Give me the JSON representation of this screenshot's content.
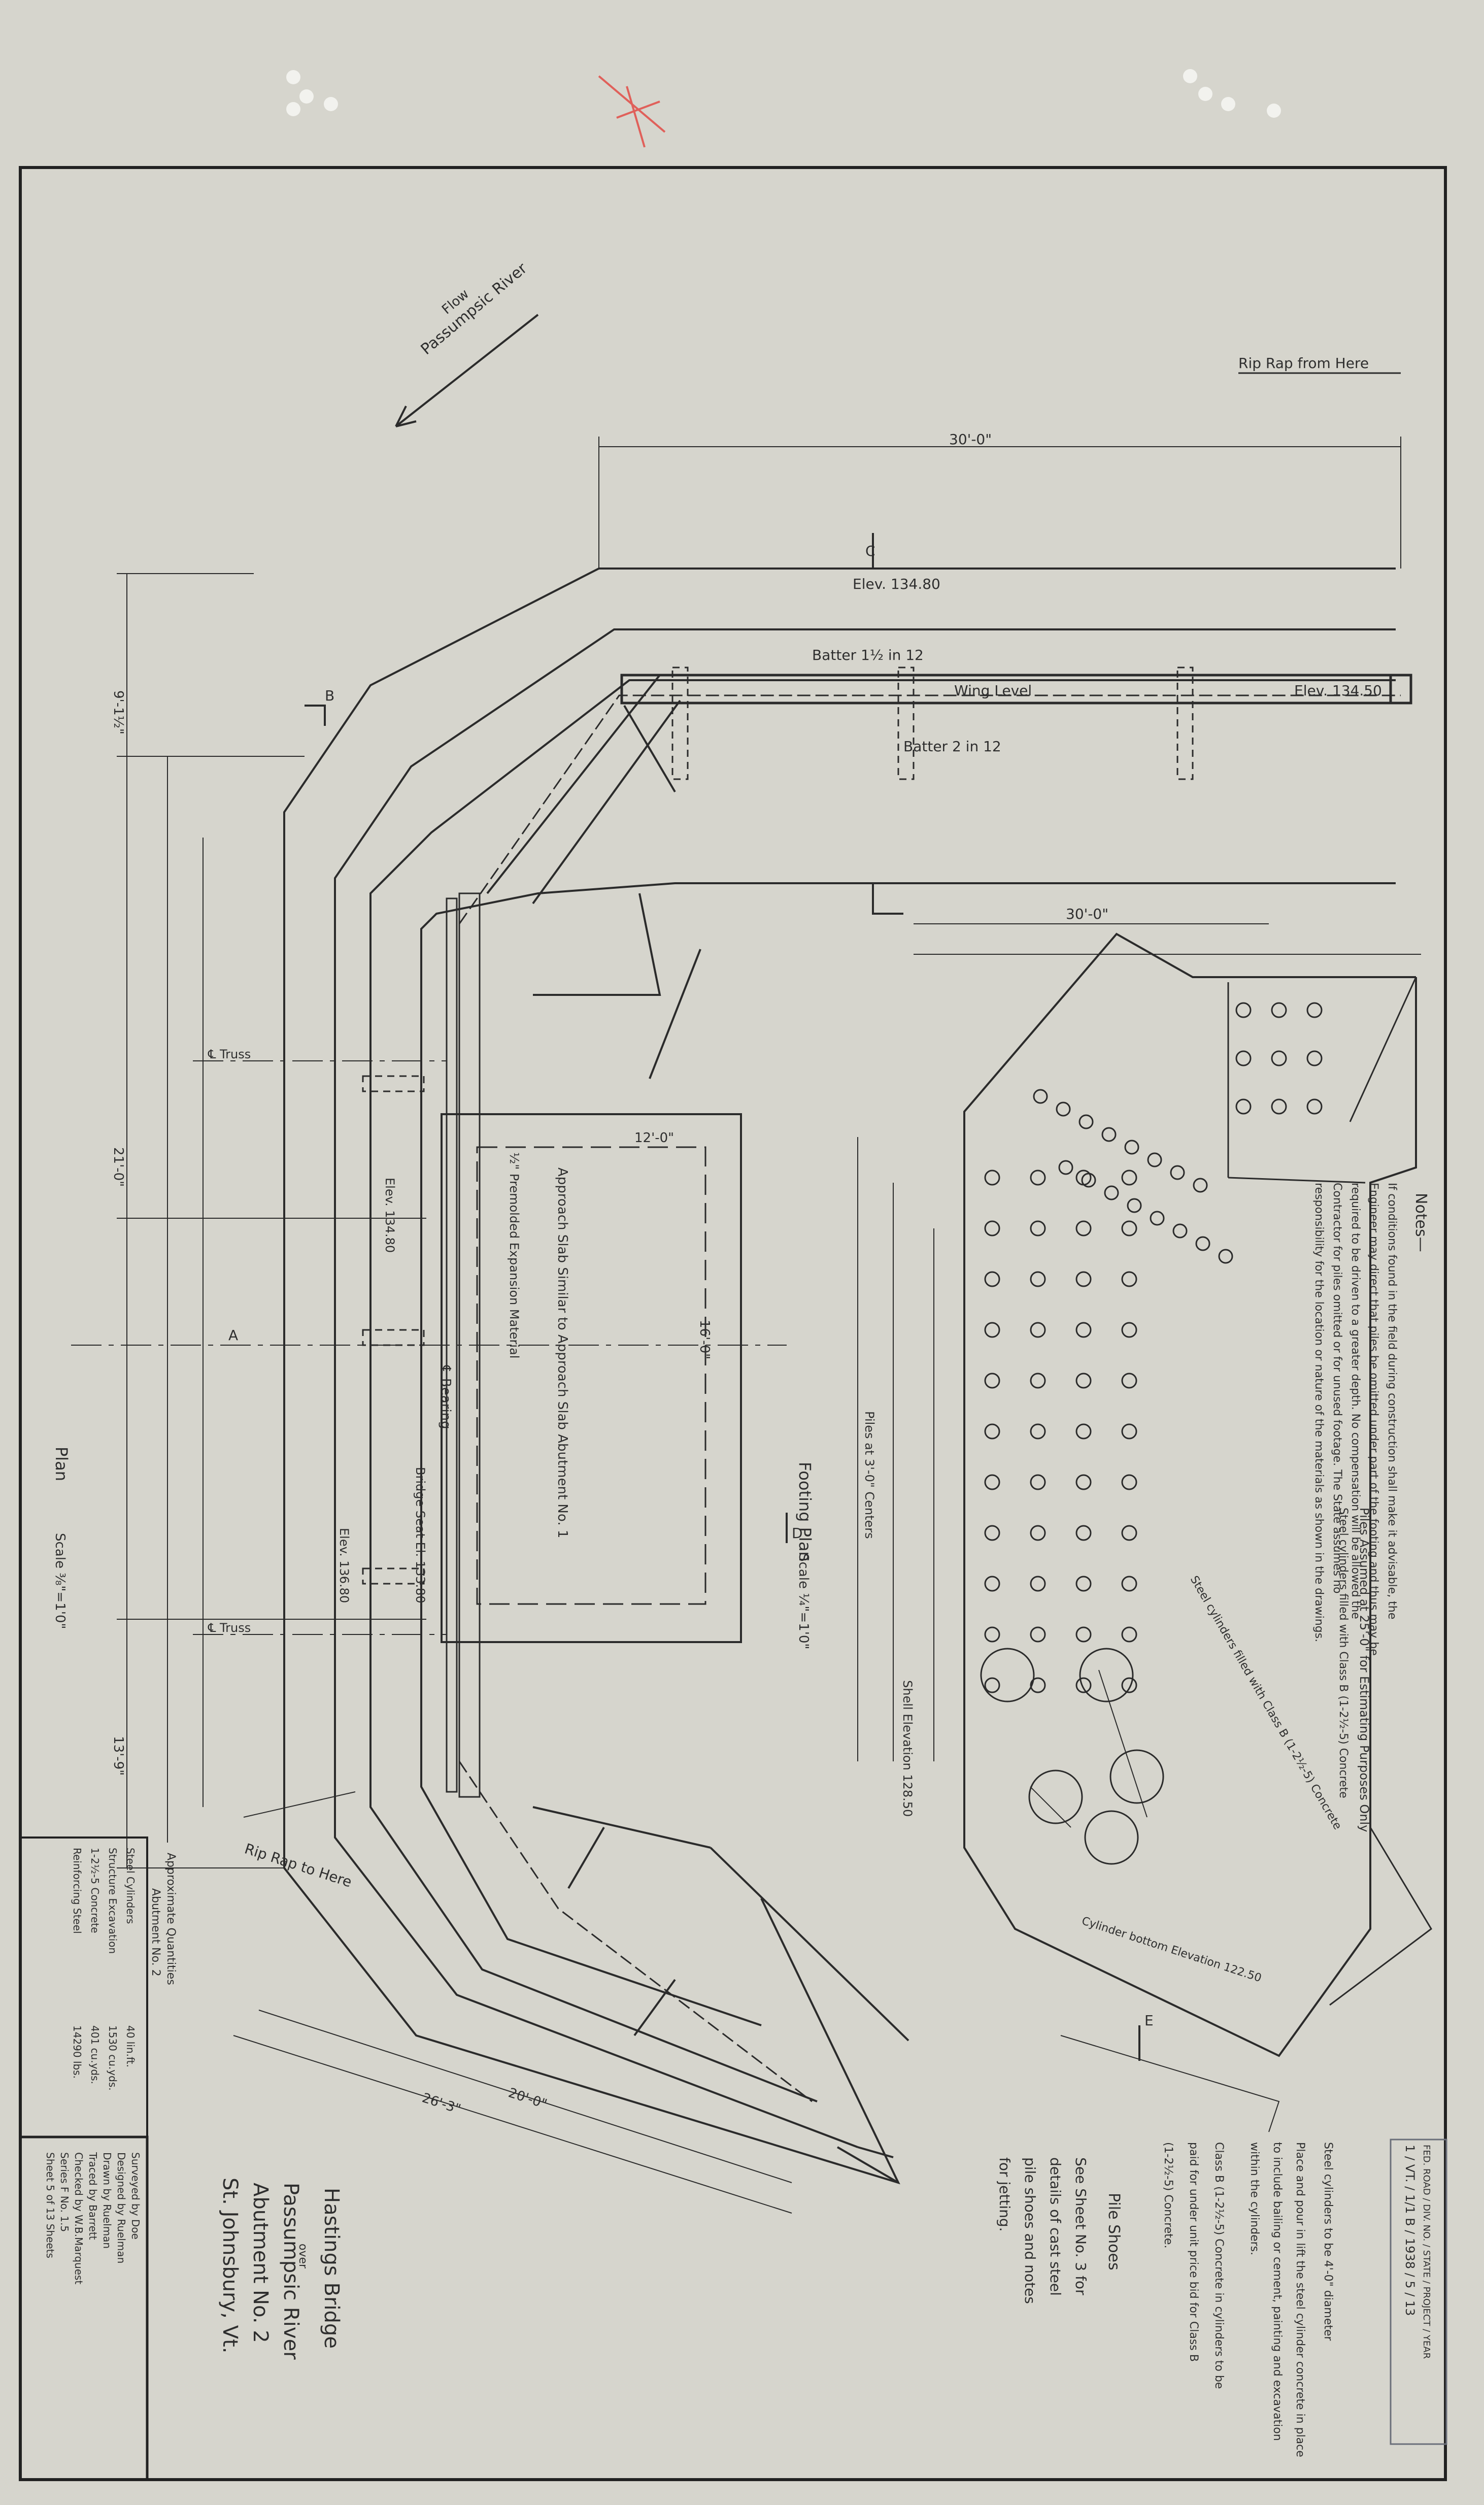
{
  "title_block": {
    "bridge": "Hastings Bridge",
    "over": "over",
    "river": "Passumpsic River",
    "abutment": "Abutment No. 2",
    "location": "St. Johnsbury, Vt."
  },
  "credits": [
    "Surveyed by Doe",
    "Designed by Ruelman",
    "Drawn by Ruelman",
    "Traced by Barrett",
    "Checked by W.B.Marquest",
    "Series F No. 1.5",
    "Sheet 5 of 13 Sheets"
  ],
  "quantities": {
    "heading": "Approximate Quantities",
    "subheading": "Abutment No. 2",
    "rows": [
      {
        "item": "Steel Cylinders",
        "qty": "40 lin.ft."
      },
      {
        "item": "Structure Excavation",
        "qty": "1530 cu.yds."
      },
      {
        "item": "1-2½-5 Concrete",
        "qty": "401 cu.yds."
      },
      {
        "item": "Reinforcing Steel",
        "qty": "14290 lbs."
      }
    ]
  },
  "stamp": {
    "row1": "FED. ROAD / DIV. NO. / STATE / PROJECT / YEAR",
    "row2": "1 / VT. / 1/1 B / 1938 / 5 / 13"
  },
  "plan": {
    "label": "Plan",
    "scale": "Scale ⅜\"=1'0\"",
    "river_label": "Passumpsic River",
    "flow_label": "Flow",
    "rip_rap_top": "Rip Rap from Here",
    "rip_rap_bottom": "Rip Rap to Here",
    "dim_top": "30'-0\"",
    "elev_top": "Elev. 134.80",
    "batter_1": "Batter 1½ in 12",
    "wing_level": "Wing Level",
    "elev_wing": "Elev. 134.50",
    "batter_2": "Batter 2 in 12",
    "approach_slab": "Approach Slab Similar to Approach Slab Abutment No. 1",
    "premolded": "½\" Premolded Expansion Material",
    "elev_seat": "Elev. 136.80",
    "elev_bridge": "Elev. 134.80",
    "bridge_seat": "Bridge Seat El. 133.80",
    "cl_bearing": "℄ Bearing",
    "cl_truss_1": "℄ Truss",
    "cl_truss_2": "℄ Truss",
    "dim_left_1": "9'-1½\"",
    "dim_left_2": "21'-0\"",
    "dim_left_3": "13'-9\"",
    "dim_slab_w": "12'-0\"",
    "dim_slab_h": "16'-0\"",
    "dim_bottom_1": "26'-3\"",
    "dim_bottom_2": "20'-0\""
  },
  "footing": {
    "label": "Footing Plan",
    "scale": "Scale ¼\"=1'0\"",
    "dim_top": "30'-0\"",
    "pile_note": "Piles at 3'-0\" Centers",
    "shell_note": "Shell Elevation 128.50",
    "cyl_note": "Steel cylinders filled with Class B (1-2½-5) Concrete",
    "cyl_note2": "Cylinder bottom Elevation 122.50"
  },
  "notes": {
    "heading": "Notes—",
    "body": "If conditions found in the field during construction shall make it advisable, the Engineer may direct that piles be omitted under part of the footing and thus may be required to be driven to a greater depth. No compensation will be allowed the Contractor for piles omitted or for unused footage. The State assumes no responsibility for the location or nature of the materials as shown in the drawings.",
    "pile_spec": "Piles Assumed at 25'-0\" for Estimating Purposes Only",
    "pile_spec2": "Steel cylinders filled with Class B (1-2½-5) Concrete"
  },
  "pile_shoes": {
    "heading": "Pile Shoes",
    "line1": "See Sheet No. 3 for",
    "line2": "details of cast steel",
    "line3": "pile shoes and notes",
    "line4": "for jetting."
  },
  "cylinder_notes": [
    "Steel cylinders to be 4'-0\" diameter",
    "Place and pour in lift the steel cylinder concrete in place",
    "to include bailing or cement, painting and excavation",
    "within the cylinders.",
    "Class B (1-2½-5) Concrete in cylinders to be",
    "paid for under unit price bid for Class B",
    "(1-2½-5) Concrete."
  ],
  "section_marks": {
    "a": "A",
    "b": "B",
    "c": "C",
    "d": "D",
    "e": "E"
  }
}
